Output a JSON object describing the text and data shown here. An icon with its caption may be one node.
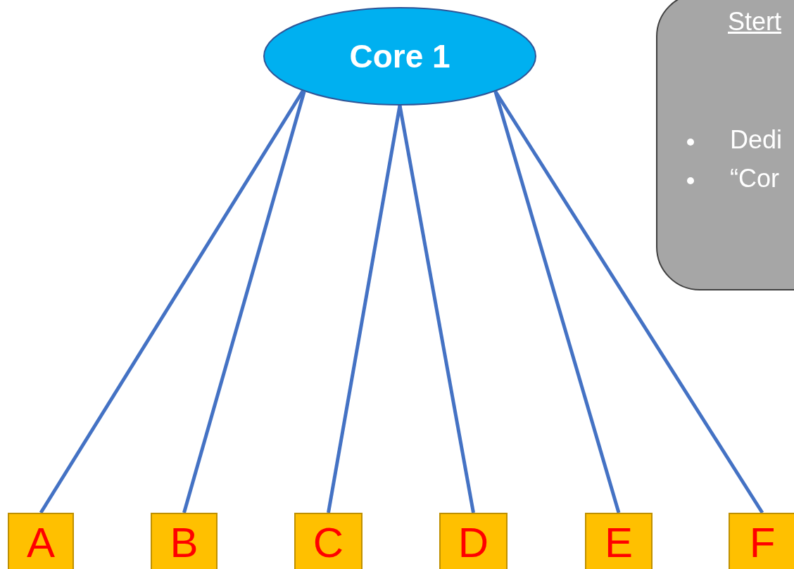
{
  "diagram": {
    "nodes": [
      {
        "text": [
          "Core 1"
        ]
      },
      {
        "text": [
          "A"
        ]
      },
      {
        "text": [
          "B"
        ]
      },
      {
        "text": [
          "C"
        ]
      },
      {
        "text": [
          "D"
        ]
      },
      {
        "text": [
          "E"
        ]
      },
      {
        "text": [
          "F"
        ]
      },
      {
        "text": [
          "Stert",
          "Dedi",
          "“Cor"
        ]
      }
    ],
    "edges": [
      {
        "from": 0,
        "to": 1,
        "arrow": "none"
      },
      {
        "from": 0,
        "to": 2,
        "arrow": "none"
      },
      {
        "from": 0,
        "to": 3,
        "arrow": "none"
      },
      {
        "from": 0,
        "to": 4,
        "arrow": "none"
      },
      {
        "from": 0,
        "to": 5,
        "arrow": "none"
      },
      {
        "from": 0,
        "to": 6,
        "arrow": "none"
      }
    ]
  }
}
